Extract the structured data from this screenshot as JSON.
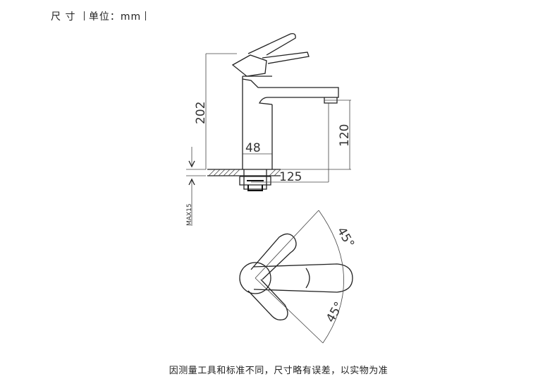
{
  "header": {
    "dim_label": "尺 寸",
    "unit_label": "单位：mm"
  },
  "dimensions": {
    "total_height": "202",
    "spout_height": "120",
    "body_width": "48",
    "reach": "125",
    "max_deck": "MAX15",
    "angle_top": "45°",
    "angle_bottom": "45°"
  },
  "footer": {
    "note": "因测量工具和标准不同，尺寸略有误差，以实物为准"
  }
}
